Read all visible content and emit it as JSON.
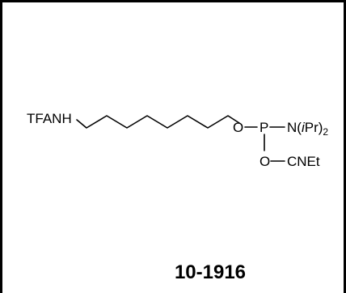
{
  "structure": {
    "left_group": "TFANH",
    "o1": "O",
    "p": "P",
    "n_prefix": "N(",
    "n_ipr": "i",
    "n_pr": "Pr)",
    "n_sub": "2",
    "o2": "O",
    "cnet": "CNEt"
  },
  "catalog": {
    "number": "10-1916"
  }
}
